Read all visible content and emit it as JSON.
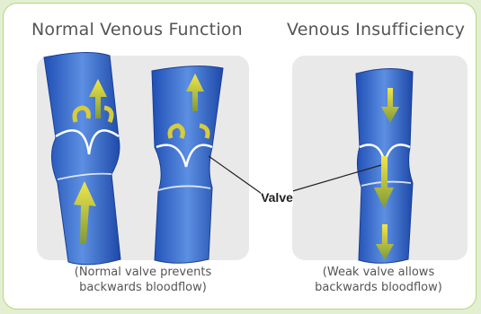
{
  "titles": {
    "normal": "Normal Venous Function",
    "insufficiency": "Venous Insufficiency"
  },
  "callout_label": "Valve",
  "captions": {
    "normal": [
      "(Normal valve prevents",
      "backwards bloodflow)"
    ],
    "insufficiency": [
      "(Weak valve allows",
      "backwards bloodflow)"
    ]
  },
  "colors": {
    "frame_border": "#b7d77a",
    "vein_blue": "#3a6fd0",
    "arrow_yellow": "#e6d83a",
    "panel_gray": "#e9e9ea"
  },
  "icons": {
    "flow_arrow": "flow-arrow-icon",
    "reflux_swirl": "swirl-arrow-icon"
  }
}
